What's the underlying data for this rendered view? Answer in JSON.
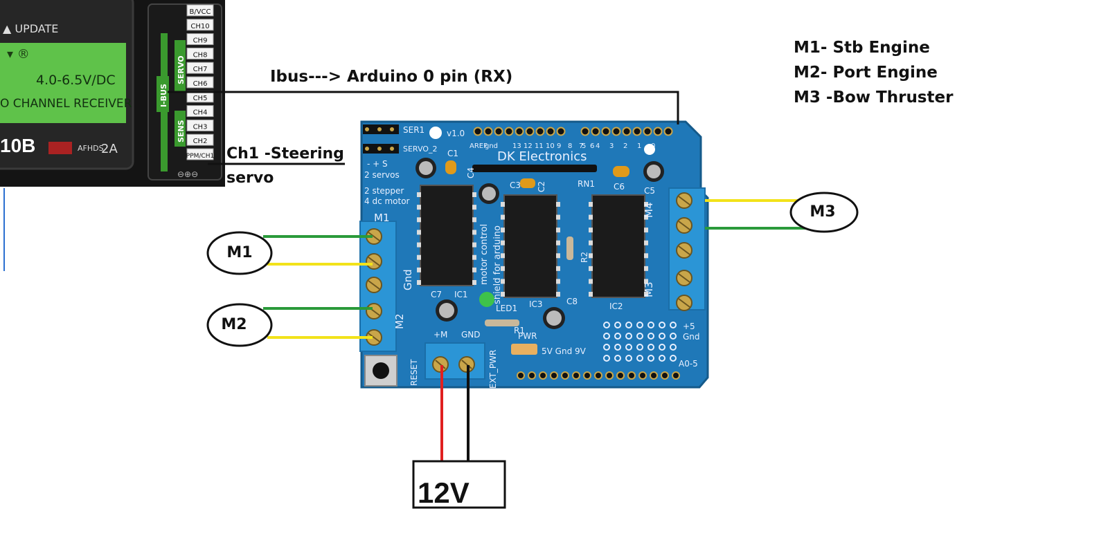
{
  "receiver": {
    "update_label": "▲ UPDATE",
    "voltage_label": "4.0-6.5V/DC",
    "receiver_label": "O CHANNEL RECEIVER",
    "model_label": "10B",
    "afhds_label": "AFHDS",
    "twoa_label": "2A",
    "ibus_tag": "I-BUS",
    "servo_tag": "SERVO",
    "sens_tag": "SENS",
    "channels": [
      "B/VCC",
      "CH10",
      "CH9",
      "CH8",
      "CH7",
      "CH6",
      "CH5",
      "CH4",
      "CH3",
      "CH2",
      "PPM/CH1"
    ]
  },
  "board": {
    "brand": "DK Electronics",
    "version": "v1.0",
    "ser1": "SER1",
    "servo2": "SERVO_2",
    "pm_top": "- + S",
    "servos": "2 servos",
    "stepper": "2 stepper",
    "dc_motor": "4 dc motor",
    "motor_control": "motor control",
    "shield": "shield for arduino",
    "pin_labels": [
      "AREF",
      "gnd",
      "13",
      "12",
      "11",
      "10",
      "9",
      "8",
      "7",
      "6",
      "5",
      "4",
      "3",
      "2",
      "1",
      "0"
    ],
    "parts": [
      "C1",
      "C4",
      "C3",
      "C2",
      "RN1",
      "C6",
      "C5",
      "C7",
      "IC1",
      "IC3",
      "IC2",
      "C8",
      "LED1",
      "R1",
      "R2",
      "PWR",
      "+M",
      "GND",
      "EXT_PWR",
      "RESET",
      "5V Gnd 9V",
      "+5",
      "Gnd",
      "A0-5",
      "M1",
      "M2",
      "M3",
      "M4",
      "Gnd"
    ]
  },
  "annotations": {
    "ibus": "Ibus---> Arduino 0 pin (RX)",
    "ch1_line1": "Ch1 -Steering",
    "ch1_line2": "servo",
    "legend": [
      "M1- Stb Engine",
      "M2- Port Engine",
      "M3 -Bow Thruster"
    ],
    "m1": "M1",
    "m2": "M2",
    "m3": "M3",
    "power": "12V"
  },
  "colors": {
    "board": "#1f78b8",
    "wire_green": "#2a9a3a",
    "wire_yellow": "#f2e21a",
    "wire_red": "#e02020",
    "wire_black": "#111111",
    "receiver_green": "#5fc24a",
    "terminal_blue": "#2b95d6"
  }
}
